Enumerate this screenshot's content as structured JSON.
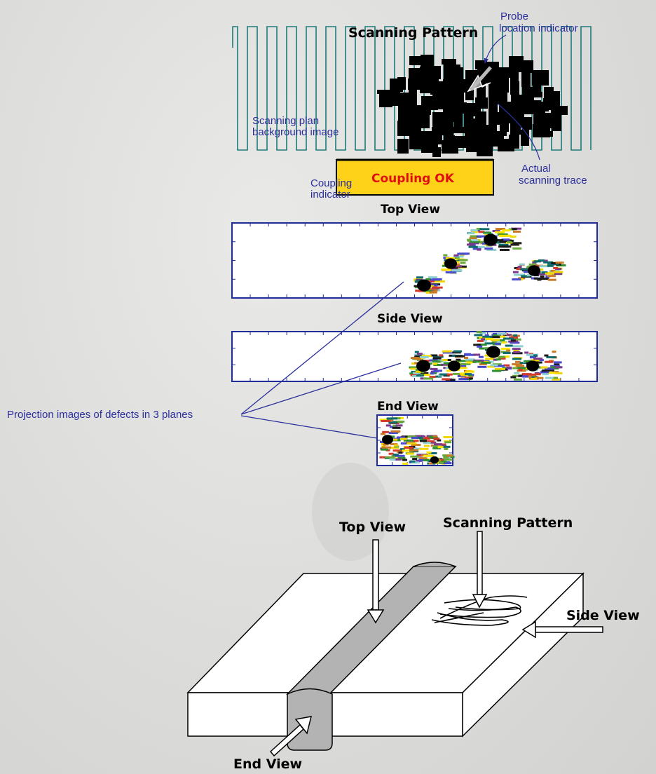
{
  "scanning_pattern": {
    "title": "Scanning Pattern",
    "probe_label_1": "Probe",
    "probe_label_2": "location indicator",
    "background_label_1": "Scanning plan",
    "background_label_2": "background image",
    "trace_label_1": "Actual",
    "trace_label_2": "scanning trace"
  },
  "coupling": {
    "status": "Coupling OK",
    "label_1": "Coupling",
    "label_2": "indicator",
    "colors": {
      "fill": "#ffd21a",
      "text": "#e01010"
    }
  },
  "views": {
    "top_title": "Top View",
    "side_title": "Side View",
    "end_title": "End View"
  },
  "projection_label": "Projection images of defects in 3 planes",
  "specimen": {
    "top_view": "Top View",
    "scanning_pattern": "Scanning Pattern",
    "side_view": "Side View",
    "end_view": "End View"
  },
  "colors": {
    "annotation": "#2b2f9c",
    "frame": "#1f2c9a",
    "zigzag": "#1f7a7a",
    "weld": "#b3b3b3"
  }
}
